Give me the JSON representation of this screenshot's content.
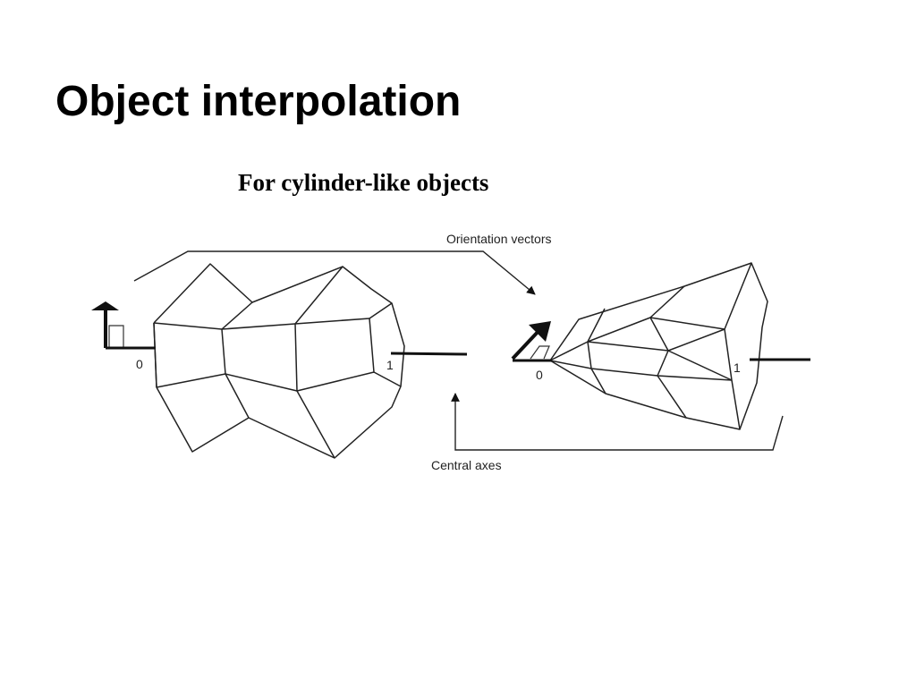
{
  "slide": {
    "title": "Object interpolation",
    "subtitle": "For cylinder-like objects"
  },
  "diagram": {
    "labels": {
      "orientation_vectors": "Orientation vectors",
      "central_axes": "Central axes"
    },
    "left_object": {
      "start_label": "0",
      "end_label": "1"
    },
    "right_object": {
      "start_label": "0",
      "end_label": "1"
    }
  }
}
